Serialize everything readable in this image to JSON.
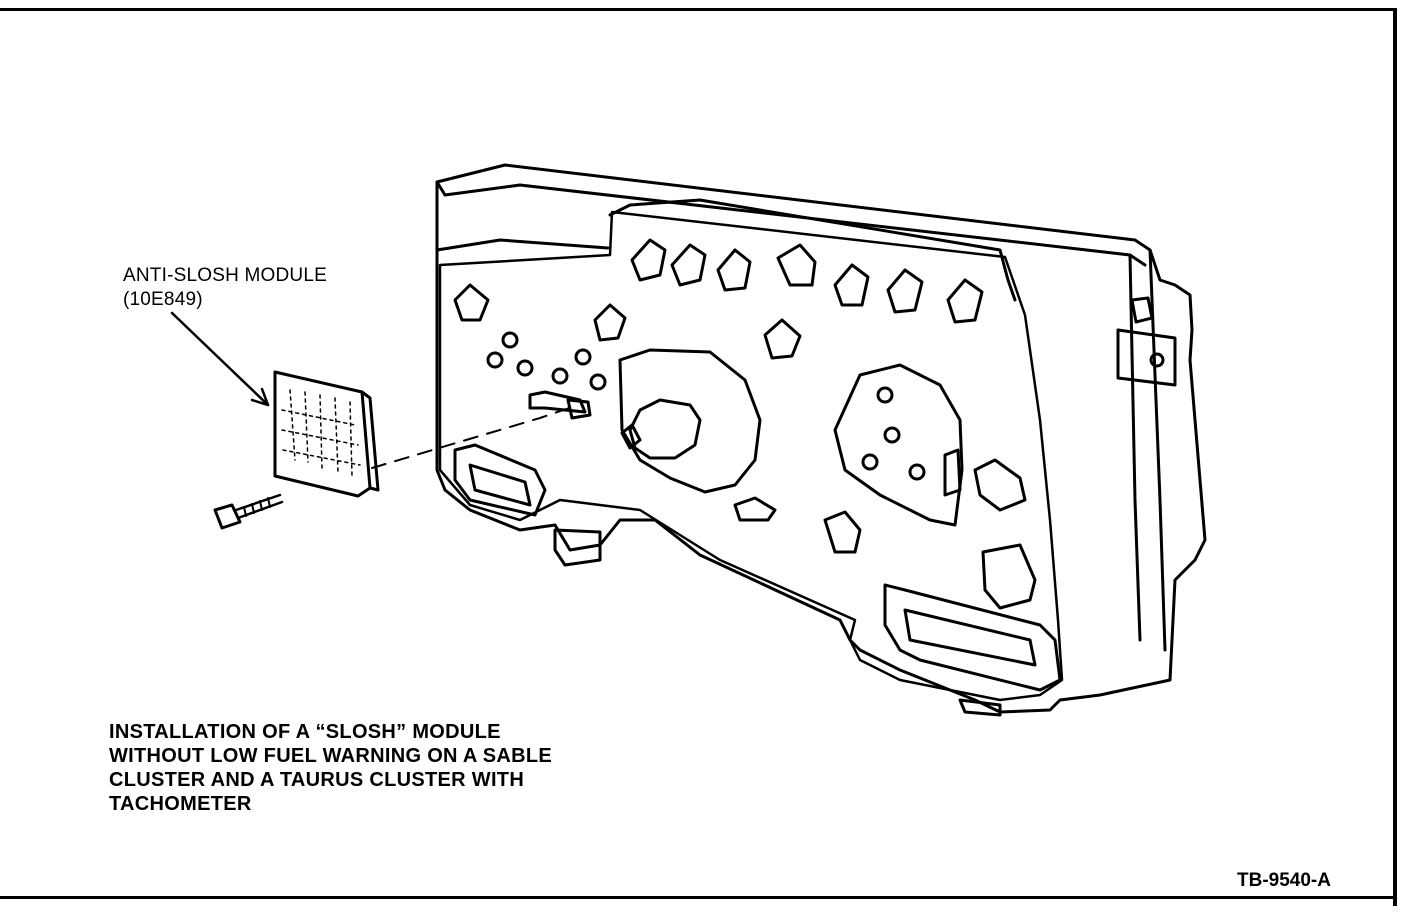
{
  "callout": {
    "line1": "ANTI-SLOSH MODULE",
    "line2": "(10E849)"
  },
  "caption": {
    "line1": "INSTALLATION OF A “SLOSH” MODULE",
    "line2": "WITHOUT LOW FUEL WARNING ON A SABLE",
    "line3": "CLUSTER AND A TAURUS CLUSTER WITH",
    "line4": "TACHOMETER"
  },
  "figure_id": "TB-9540-A",
  "colors": {
    "ink": "#000000",
    "paper": "#ffffff"
  }
}
